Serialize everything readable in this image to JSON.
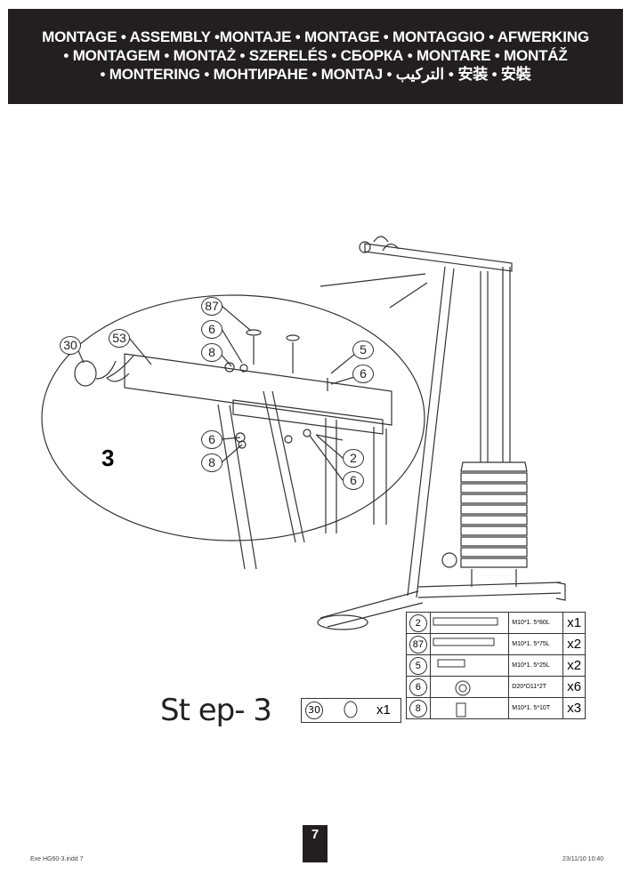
{
  "header": {
    "line1": "MONTAGE • ASSEMBLY •MONTAJE • MONTAGE • MONTAGGIO • AFWERKING",
    "line2": "• MONTAGEM • MONTAŻ • SZERELÉS • СБОРКА • MONTARE • MONTÁŽ",
    "line3": "• MONTERING • МОНТИРАНЕ • MONTAJ • التركيب • 安装 • 安裝"
  },
  "callouts": {
    "p87": "87",
    "p6a": "6",
    "p8a": "8",
    "p30": "30",
    "p53": "53",
    "p5": "5",
    "p6b": "6",
    "p6c": "6",
    "p8b": "8",
    "p2": "2",
    "p6d": "6"
  },
  "step_number": "3",
  "step_title": "St ep- 3",
  "parts": [
    {
      "num": "2",
      "spec": "M10*1. 5*80L",
      "qty": "x1"
    },
    {
      "num": "87",
      "spec": "M10*1. 5*75L",
      "qty": "x2"
    },
    {
      "num": "5",
      "spec": "M10*1. 5*25L",
      "qty": "x2"
    },
    {
      "num": "6",
      "spec": "D20*D11*2T",
      "qty": "x6"
    },
    {
      "num": "8",
      "spec": "M10*1. 5*10T",
      "qty": "x3"
    }
  ],
  "single_part": {
    "num": "30",
    "qty": "x1"
  },
  "page_number": "7",
  "footer": {
    "file": "Exe HG60-3.indd   7",
    "datetime": "23/11/10   10:40"
  }
}
